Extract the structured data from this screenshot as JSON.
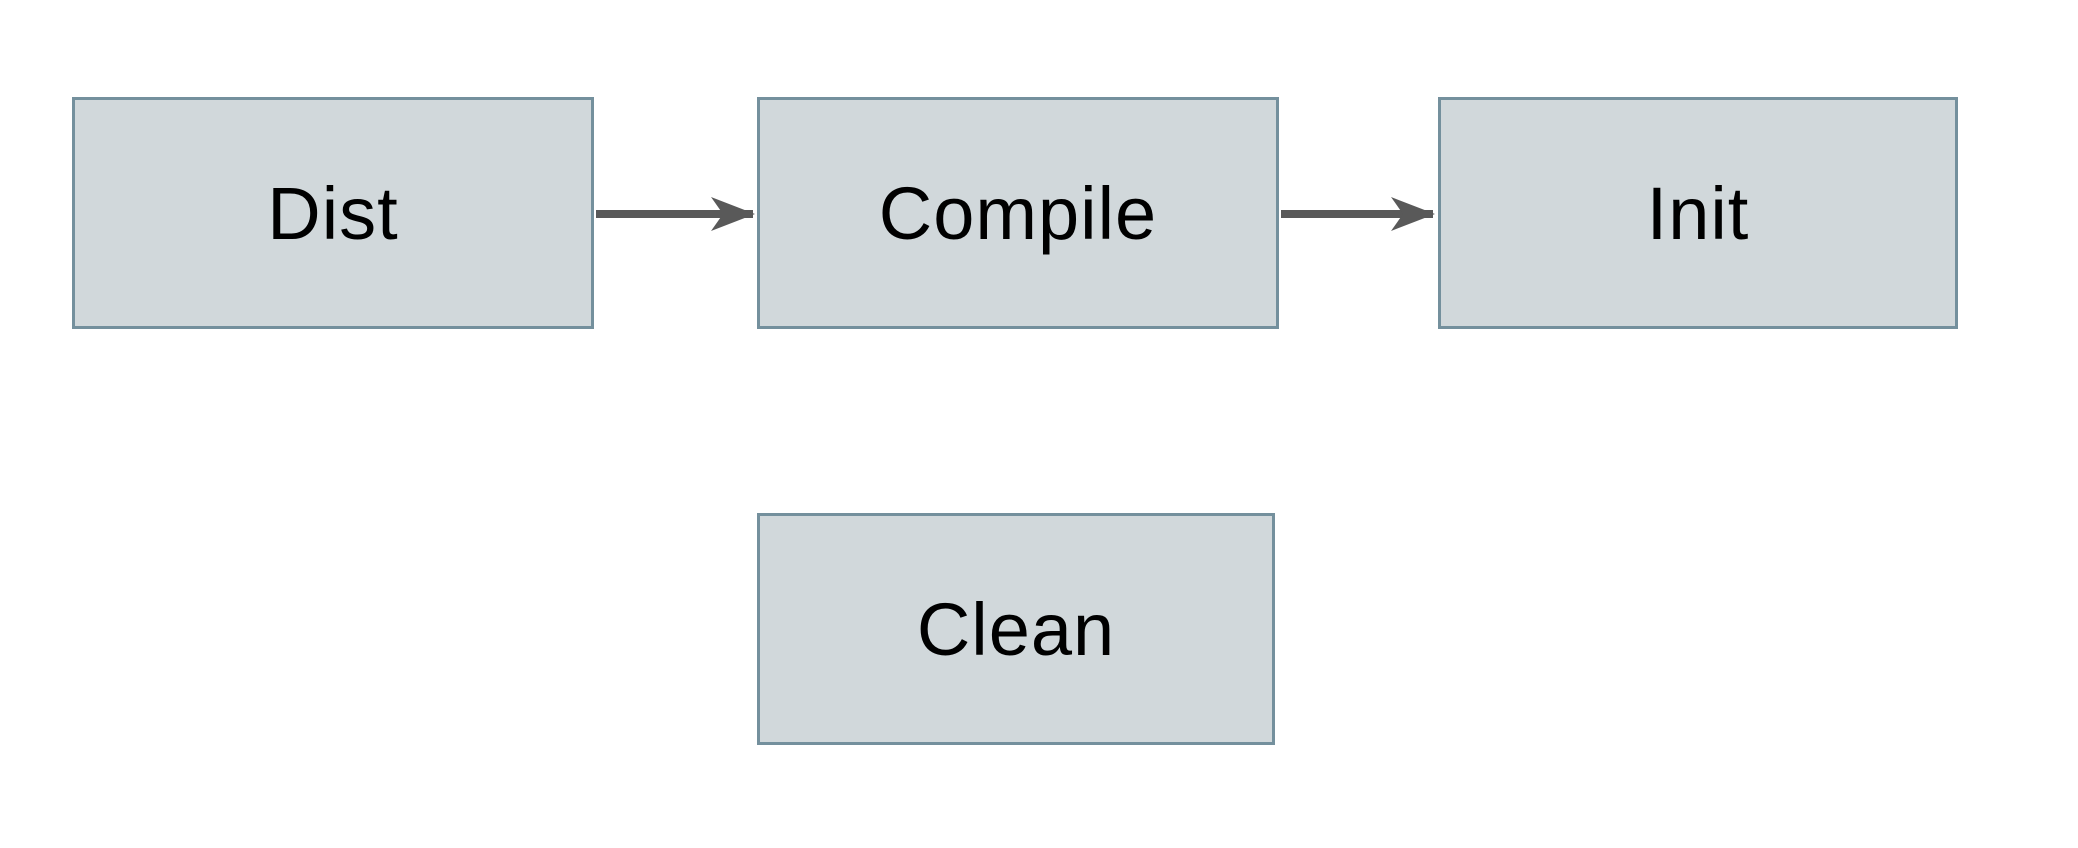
{
  "diagram": {
    "type": "flowchart",
    "background": "#ffffff",
    "colors": {
      "node_fill": "#d1d8db",
      "node_border": "#74909d",
      "arrow": "#595959",
      "text": "#000000"
    },
    "nodes": [
      {
        "id": "dist",
        "label": "Dist"
      },
      {
        "id": "compile",
        "label": "Compile"
      },
      {
        "id": "init",
        "label": "Init"
      },
      {
        "id": "clean",
        "label": "Clean"
      }
    ],
    "edges": [
      {
        "from": "dist",
        "to": "compile"
      },
      {
        "from": "compile",
        "to": "init"
      }
    ]
  }
}
